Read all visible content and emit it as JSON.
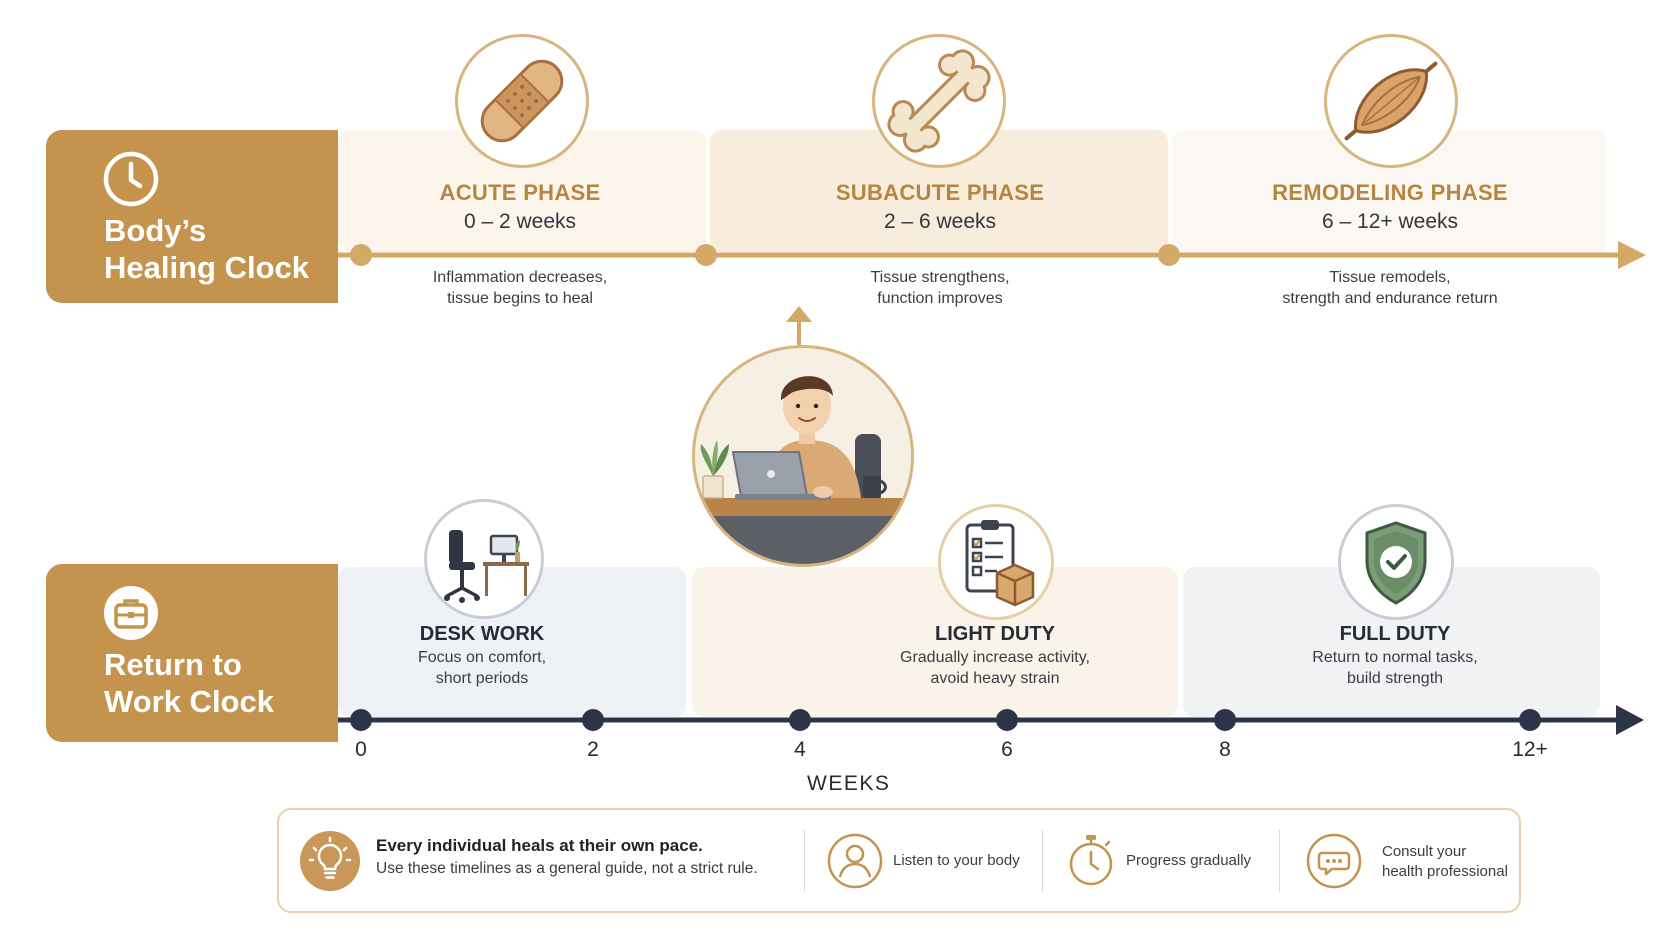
{
  "healing_clock": {
    "title_line1": "Body’s",
    "title_line2": "Healing Clock",
    "phases": [
      {
        "title": "ACUTE PHASE",
        "range": "0 – 2 weeks",
        "desc_line1": "Inflammation decreases,",
        "desc_line2": "tissue begins to heal",
        "icon": "bandage-icon"
      },
      {
        "title": "SUBACUTE PHASE",
        "range": "2 – 6 weeks",
        "desc_line1": "Tissue strengthens,",
        "desc_line2": "function improves",
        "icon": "bone-icon"
      },
      {
        "title": "REMODELING PHASE",
        "range": "6 – 12+ weeks",
        "desc_line1": "Tissue remodels,",
        "desc_line2": "strength and endurance return",
        "icon": "muscle-icon"
      }
    ]
  },
  "work_clock": {
    "title_line1": "Return to",
    "title_line2": "Work Clock",
    "duties": [
      {
        "title": "DESK WORK",
        "desc_line1": "Focus on comfort,",
        "desc_line2": "short periods",
        "icon": "desk-chair-icon"
      },
      {
        "title": "LIGHT DUTY",
        "desc_line1": "Gradually increase activity,",
        "desc_line2": "avoid heavy strain",
        "icon": "clipboard-box-icon"
      },
      {
        "title": "FULL DUTY",
        "desc_line1": "Return to normal tasks,",
        "desc_line2": "build strength",
        "icon": "shield-check-icon"
      }
    ],
    "ticks": [
      "0",
      "2",
      "4",
      "6",
      "8",
      "12+"
    ],
    "axis_label": "WEEKS"
  },
  "tip": {
    "headline": "Every individual heals at their own pace.",
    "subline": "Use these timelines as a general guide, not a strict rule.",
    "items": [
      {
        "label_line1": "Listen to your body",
        "label_line2": "",
        "icon": "person-icon"
      },
      {
        "label_line1": "Progress gradually",
        "label_line2": "",
        "icon": "stopwatch-icon"
      },
      {
        "label_line1": "Consult your",
        "label_line2": "health professional",
        "icon": "chat-bubble-icon"
      }
    ]
  },
  "colors": {
    "gold": "#c4944f",
    "navy": "#2c3447",
    "cream": "#f7efe3",
    "pale_blue": "#eef2f6"
  }
}
